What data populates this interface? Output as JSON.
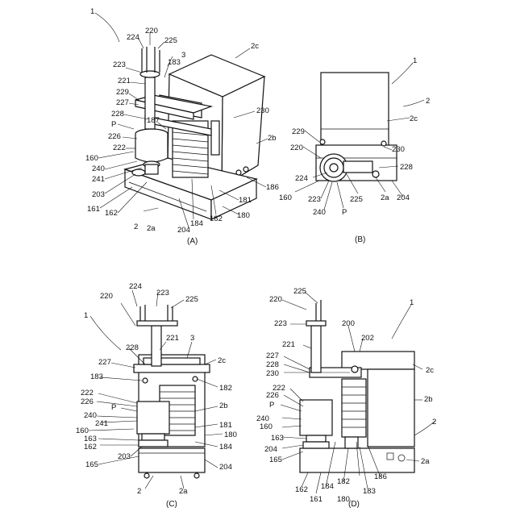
{
  "figure": {
    "panel_a": {
      "caption": "(A)",
      "refs": [
        "1",
        "224",
        "220",
        "225",
        "223",
        "3",
        "2c",
        "221",
        "183",
        "229",
        "227",
        "230",
        "228",
        "P",
        "187",
        "2b",
        "226",
        "222",
        "160",
        "240",
        "241",
        "186",
        "203",
        "181",
        "161",
        "162",
        "184",
        "180",
        "182",
        "2",
        "2a",
        "204"
      ]
    },
    "panel_b": {
      "caption": "(B)",
      "refs": [
        "1",
        "2",
        "2c",
        "229",
        "230",
        "220",
        "228",
        "224",
        "160",
        "223",
        "225",
        "2a",
        "204",
        "240",
        "P"
      ]
    },
    "panel_c": {
      "caption": "(C)",
      "refs": [
        "224",
        "223",
        "220",
        "225",
        "1",
        "221",
        "3",
        "228",
        "227",
        "2c",
        "183",
        "182",
        "222",
        "226",
        "2b",
        "P",
        "240",
        "241",
        "181",
        "160",
        "180",
        "163",
        "162",
        "184",
        "203",
        "165",
        "204",
        "2",
        "2a"
      ]
    },
    "panel_d": {
      "caption": "(D)",
      "refs": [
        "225",
        "220",
        "1",
        "223",
        "200",
        "221",
        "202",
        "227",
        "228",
        "2c",
        "230",
        "222",
        "226",
        "2b",
        "P",
        "240",
        "2",
        "160",
        "163",
        "204",
        "165",
        "162",
        "184",
        "182",
        "186",
        "2a",
        "161",
        "180",
        "183"
      ]
    }
  }
}
